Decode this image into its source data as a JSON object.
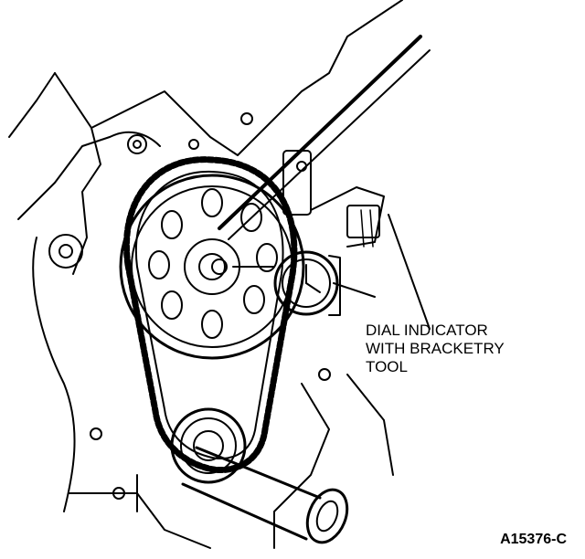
{
  "callouts": {
    "dial_indicator": {
      "lines": [
        "DIAL INDICATOR",
        "WITH BRACKETRY",
        "TOOL"
      ]
    }
  },
  "figure_id": "A15376-C",
  "colors": {
    "ink": "#000000",
    "paper": "#ffffff"
  }
}
